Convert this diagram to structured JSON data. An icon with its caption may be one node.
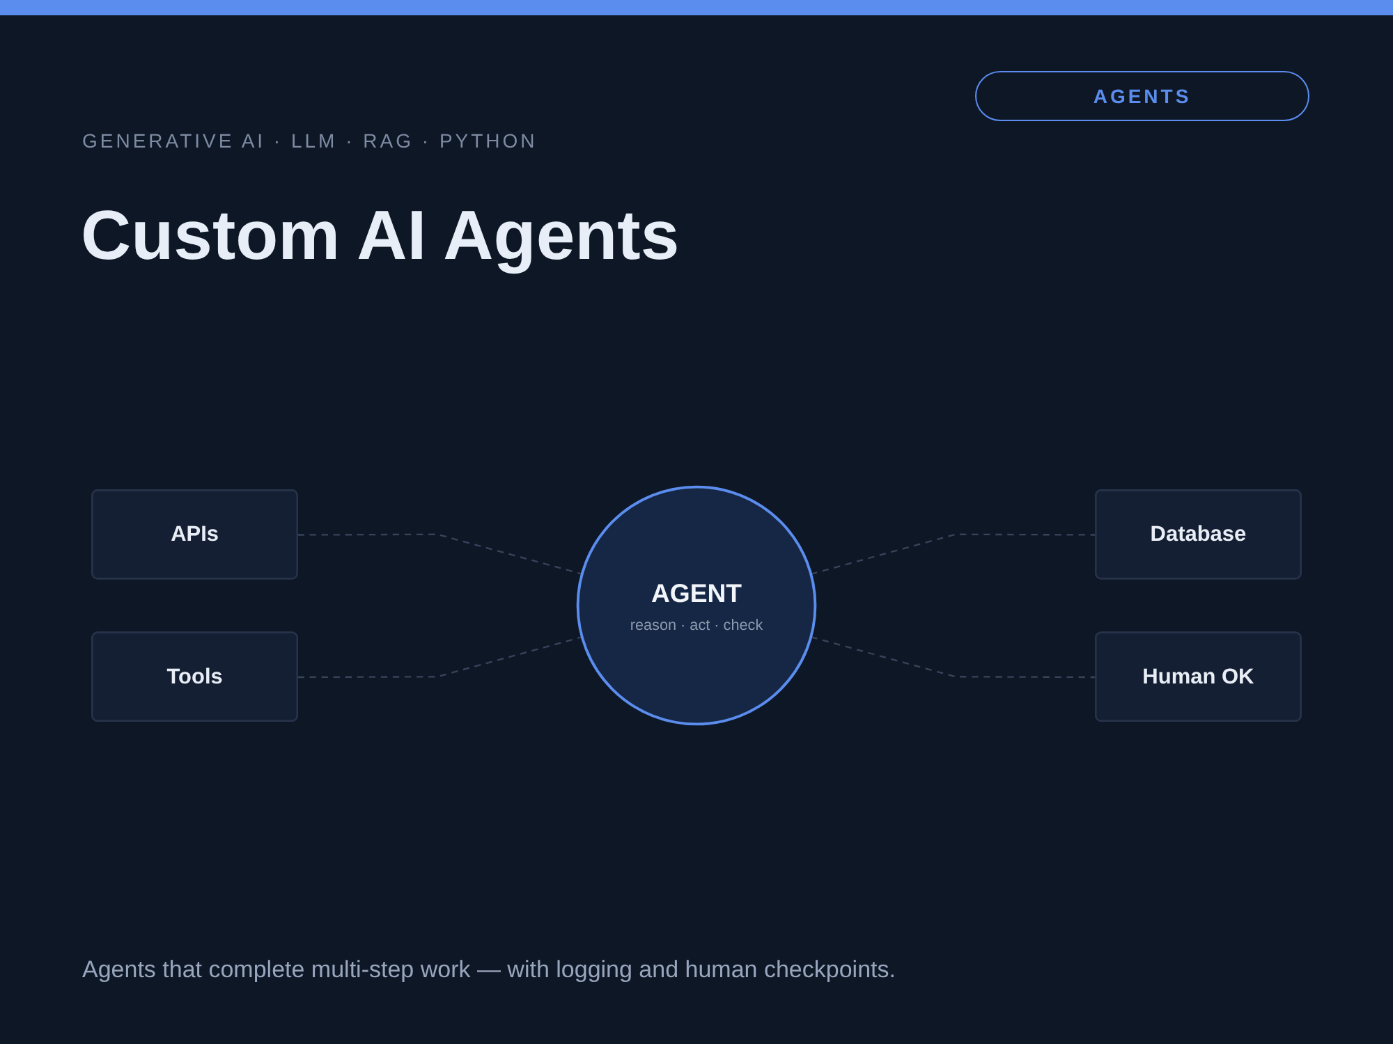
{
  "diagram": {
    "title": "Custom AI Agents",
    "caption": "Agents that complete multi-step work — with logging and human checkpoints.",
    "nodes": [
      {
        "text": [
          "APIs"
        ]
      },
      {
        "text": [
          "Database"
        ]
      },
      {
        "text": [
          "AGENT",
          "reason · act · check"
        ]
      },
      {
        "text": [
          "Tools"
        ]
      },
      {
        "text": [
          "Human OK"
        ]
      }
    ],
    "edges": [
      {
        "from": 0,
        "to": 2,
        "arrow": "none",
        "style": "dashed"
      },
      {
        "from": 2,
        "to": 1,
        "arrow": "none",
        "style": "dashed"
      },
      {
        "from": 3,
        "to": 2,
        "arrow": "none",
        "style": "dashed"
      },
      {
        "from": 2,
        "to": 4,
        "arrow": "none",
        "style": "dashed"
      }
    ],
    "labels": [
      "AGENTS",
      "GENERATIVE AI · LLM · RAG · PYTHON"
    ]
  }
}
